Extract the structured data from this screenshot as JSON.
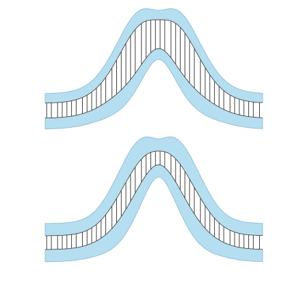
{
  "colors": {
    "background": "#ffffff",
    "layer_fill": "#b5def0",
    "layer_outline": "#89b8cf",
    "core_fill": "#ffffff",
    "vertical_line": "#3f3f3f",
    "boundary_line": "#4a4a4a"
  },
  "diagram": {
    "panels": [
      {
        "name": "upper-fold",
        "layer_style": "thick-hinge-thin-limbs",
        "markers": "vertical-lines"
      },
      {
        "name": "lower-fold",
        "layer_style": "parallel-uniform-thickness",
        "markers": "vertical-lines"
      }
    ]
  }
}
